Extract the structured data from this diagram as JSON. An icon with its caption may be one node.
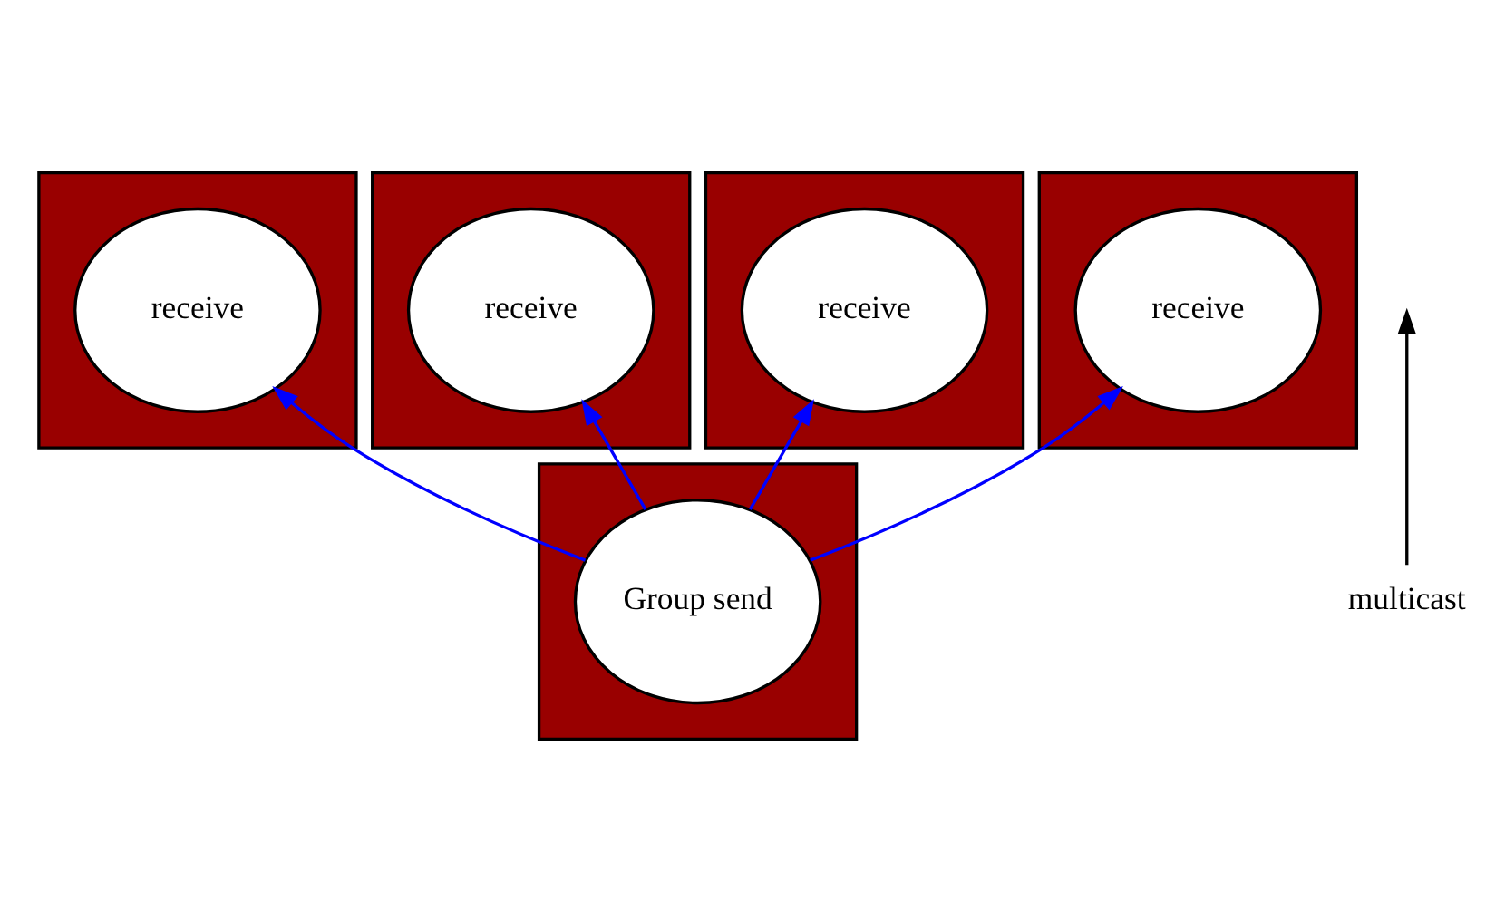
{
  "diagram": {
    "nodes": [
      {
        "text": [],
        "shape": "box"
      },
      {
        "text": [
          "receive"
        ],
        "in": 0
      },
      {
        "text": [],
        "shape": "box"
      },
      {
        "text": [
          "receive"
        ],
        "in": 2
      },
      {
        "text": [],
        "shape": "box"
      },
      {
        "text": [
          "receive"
        ],
        "in": 4
      },
      {
        "text": [],
        "shape": "box"
      },
      {
        "text": [
          "receive"
        ],
        "in": 6
      },
      {
        "text": [
          "multicast"
        ]
      },
      {
        "text": [],
        "shape": "box"
      },
      {
        "text": [
          "Group send"
        ],
        "in": 9
      }
    ],
    "edges": [
      {
        "from": 10,
        "to": 5,
        "arrow": "to"
      },
      {
        "from": 10,
        "to": 1,
        "arrow": "to"
      },
      {
        "from": 10,
        "to": 3,
        "arrow": "to"
      },
      {
        "from": 10,
        "to": 7,
        "arrow": "to"
      },
      {
        "from": 8,
        "to": null,
        "arrow": "to",
        "color": "#000000"
      }
    ]
  }
}
